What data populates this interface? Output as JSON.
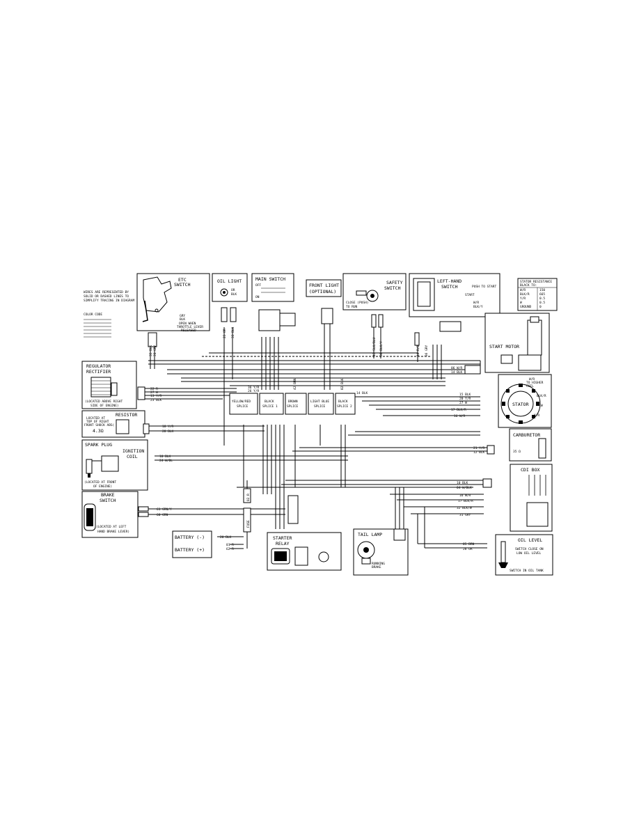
{
  "legend": {
    "note": [
      "WIRES ARE REPRESENTED BY",
      "SOLID OR DASHED LINES TO",
      "SIMPLIFY TRACING IN DIAGRAM"
    ],
    "color_code_title": "COLOR CODE"
  },
  "components": {
    "etc_switch": {
      "title": [
        "ETC",
        "SWITCH"
      ],
      "notes": [
        "GRY",
        "BLK",
        "OPEN WHEN",
        "THROTTLE LEVER",
        "RELEASED"
      ]
    },
    "oil_light": {
      "title": "OIL LIGHT",
      "pins": [
        "OR",
        "BLK"
      ]
    },
    "main_switch": {
      "title": "MAIN SWITCH",
      "positions": [
        "OFF",
        "ON"
      ]
    },
    "front_light": {
      "title": [
        "FRONT LIGHT",
        "(OPTIONAL)"
      ]
    },
    "safety_switch": {
      "title": [
        "SAFETY",
        "SWITCH"
      ],
      "notes": [
        "CLOSE (PUSH)",
        "TO RUN"
      ]
    },
    "left_hand_switch": {
      "title": [
        "LEFT-HAND",
        "SWITCH"
      ],
      "note": "PUSH TO START",
      "labels": [
        "START",
        "W/R",
        "BLK/Y"
      ]
    },
    "stator_resistance": {
      "title": [
        "STATOR RESISTANCE",
        "BLACK TO:"
      ],
      "rows": [
        [
          "W/R",
          "150"
        ],
        [
          "BLK/R",
          "665"
        ],
        [
          "Y/R",
          "0.5"
        ],
        [
          "W",
          "0.5"
        ],
        [
          "GROUND",
          "0"
        ]
      ]
    },
    "start_motor": {
      "title": "START MOTOR"
    },
    "stator": {
      "title": "STATOR",
      "labels": [
        "W/R",
        "TO HIGHER",
        "COIL",
        "BLK/R",
        "W",
        "Y/R"
      ]
    },
    "regulator": {
      "title": [
        "REGULATOR",
        "RECTIFIER"
      ],
      "note": [
        "(LOCATED ABOVE RIGHT",
        "SIDE OF ENGINE)"
      ]
    },
    "resistor": {
      "title": "RESISTOR",
      "note": [
        "LOCATED AT",
        "TOP OF RIGHT",
        "FRONT SHOCK ABS(",
        "4.3Ω"
      ]
    },
    "spark_plug": {
      "title": "SPARK PLUG"
    },
    "ignition_coil": {
      "title": [
        "IGNITION",
        "COIL"
      ],
      "note": [
        "(LOCATED AT FRONT",
        "OF ENGINE)"
      ]
    },
    "brake_switch": {
      "title": [
        "BRAKE",
        "SWITCH"
      ],
      "note": [
        "(LOCATED AT LEFT",
        "HAND BRAKE LEVER)"
      ]
    },
    "battery": {
      "neg": "BATTERY (-)",
      "pos": "BATTERY (+)"
    },
    "starter_relay": {
      "title": [
        "STARTER",
        "RELAY"
      ]
    },
    "tail_lamp": {
      "title": "TAIL LAMP",
      "notes": [
        "RUNNING",
        "BRAKE"
      ]
    },
    "carburetor": {
      "title": "CARBURETOR",
      "value": "35 Ω"
    },
    "cdi_box": {
      "title": "CDI BOX"
    },
    "oil_level": {
      "title": "OIL LEVEL",
      "notes": [
        "SWITCH CLOSE ON",
        "LOW OIL LEVEL",
        "SWITCH IN OIL TANK"
      ]
    },
    "fuse": {
      "title": "FUSE"
    }
  },
  "splices": [
    {
      "label": [
        "YELLOW/RED",
        "SPLICE"
      ]
    },
    {
      "label": [
        "BLACK",
        "SPLICE 1"
      ]
    },
    {
      "label": [
        "BROWN",
        "SPLICE"
      ]
    },
    {
      "label": [
        "LIGHT BLUE",
        "SPLICE"
      ]
    },
    {
      "label": [
        "BLACK",
        "SPLICE 2"
      ]
    }
  ],
  "wire_labels": {
    "regulator": [
      "22 R",
      "27 W",
      "13 Y/R",
      "23 BLK"
    ],
    "resistor": [
      "18 Y/R",
      "28 BLK"
    ],
    "ignition": [
      "10 BLK",
      "24 W/BL"
    ],
    "brake": [
      "61 GRN/Y",
      "60 GRN"
    ],
    "battery": [
      "20 BLK",
      "01 R",
      "62 R"
    ],
    "right_top": [
      "06 W/R",
      "14 BLK"
    ],
    "right_stator": [
      "15 BLK",
      "20 Y/R",
      "27 W",
      "17 BLK/R",
      "16 W/R"
    ],
    "carb": [
      "21 Y/R",
      "12 BLK"
    ],
    "cdi": [
      "10 BLK",
      "04 W/BLK",
      "16 W/R",
      "17 BLK/R",
      "32 BLK/W",
      "31 GRY"
    ],
    "oil_level": [
      "05 BRN",
      "26 OR"
    ],
    "splice_top": [
      "36 Y/R",
      "26 Y/R",
      "42 BRN",
      "14 BLK"
    ],
    "top_wires": [
      "35 BLK",
      "31 GRY",
      "25 OR",
      "33 BLK",
      "43 SLK/BLU",
      "30 BLK/Y",
      "44 R/B",
      "36 GRY",
      "02 BLK"
    ],
    "fuse": "02 R"
  }
}
